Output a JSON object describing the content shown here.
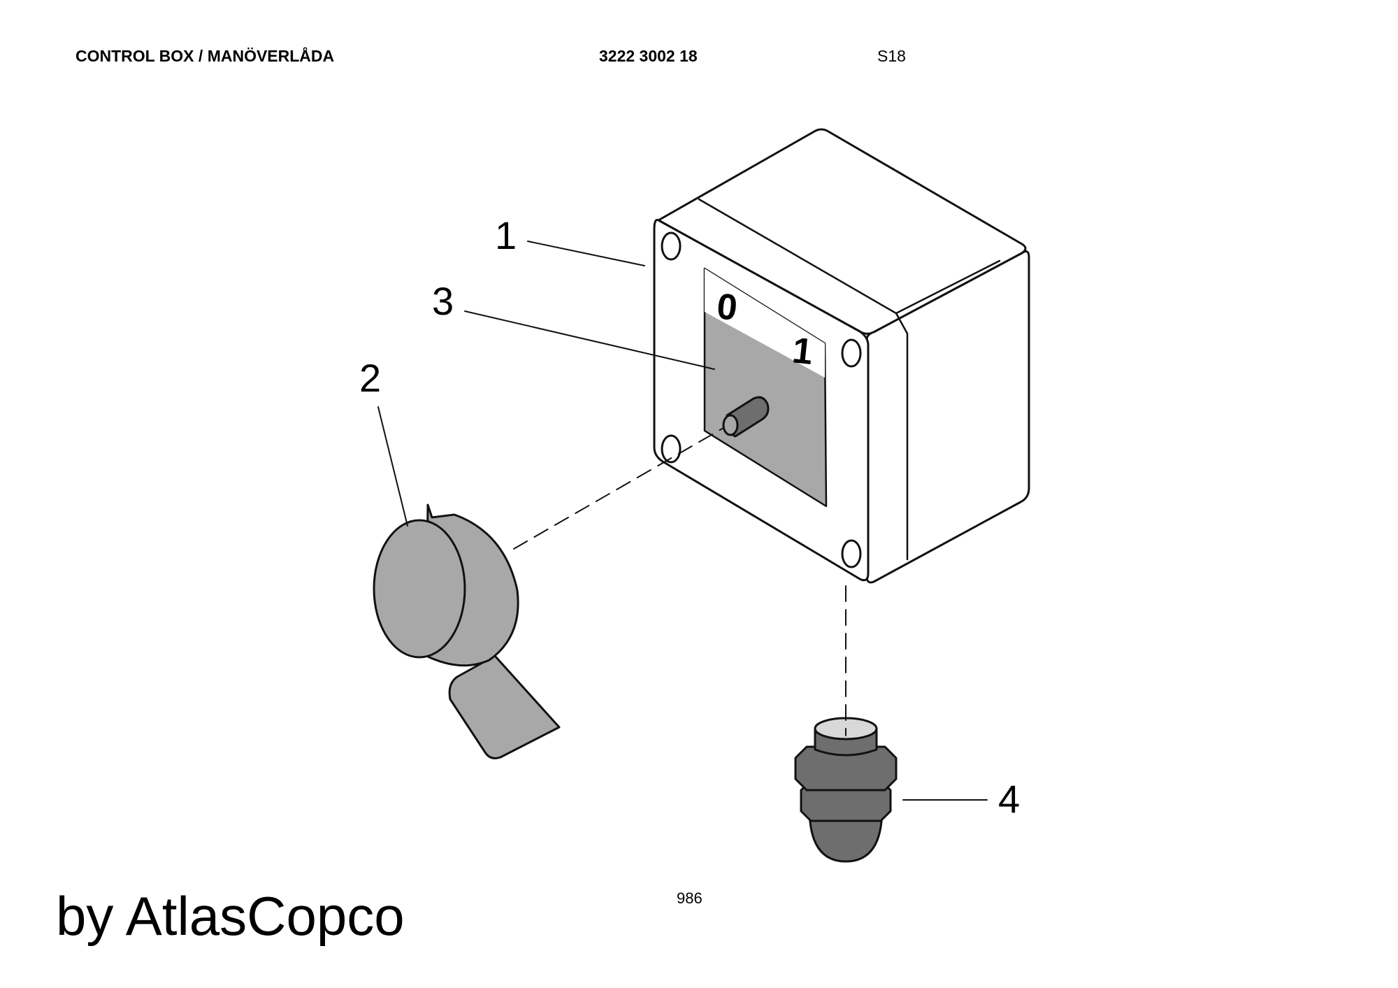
{
  "header": {
    "title": "CONTROL BOX / MANÖVERLÅDA",
    "part_number": "3222 3002 18",
    "sheet_code": "S18"
  },
  "drawing": {
    "callouts": [
      "1",
      "2",
      "3",
      "4"
    ],
    "switch_positions": [
      "0",
      "1"
    ],
    "colors": {
      "line": "#111111",
      "part_grey": "#a8a8a8",
      "dark_grey": "#6e6e6e",
      "box_white": "#ffffff"
    }
  },
  "footer": {
    "page_number": "986",
    "brand": "by AtlasCopco"
  }
}
